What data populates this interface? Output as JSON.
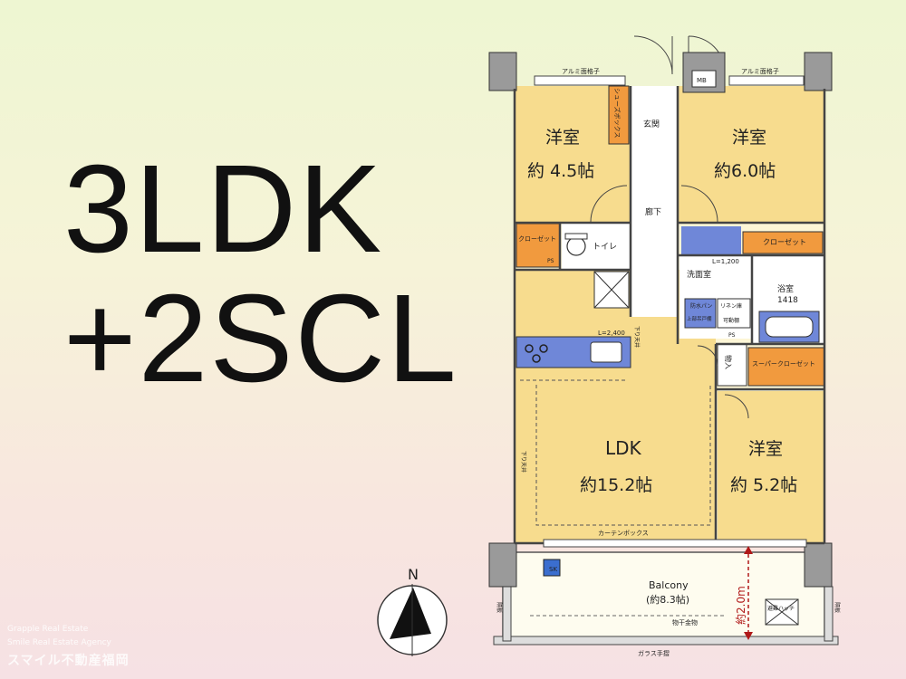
{
  "headline": {
    "line1": "3LDK",
    "line2": "+2SCL"
  },
  "watermark": {
    "line1": "Grapple Real Estate",
    "line2": "Smile Real Estate Agency",
    "line3": "スマイル不動産福岡"
  },
  "compass": {
    "label": "N"
  },
  "rooms": {
    "west_bedroom": {
      "name": "洋室",
      "size": "約 4.5帖"
    },
    "east_bedroom": {
      "name": "洋室",
      "size": "約6.0帖"
    },
    "south_bedroom": {
      "name": "洋室",
      "size": "約 5.2帖"
    },
    "ldk": {
      "name": "LDK",
      "size": "約15.2帖"
    },
    "entrance": "玄関",
    "hallway": "廊下",
    "toilet": "トイレ",
    "washroom": "洗面室",
    "bath": {
      "name": "浴室",
      "size": "1418"
    },
    "balcony": {
      "name": "Balcony",
      "size": "(約8.3帖)"
    }
  },
  "storage": {
    "shoe_box": "シューズボックス",
    "closet_west": "クローゼット",
    "closet_east": "クローゼット",
    "super_closet": "スーパークローゼット",
    "storage_small": "物入",
    "linen": "リネン庫",
    "movable_shelf": "可動棚"
  },
  "labels": {
    "mb": "MB",
    "ps1": "PS",
    "ps2": "PS",
    "aluminum_grille_left": "アルミ面格子",
    "aluminum_grille_right": "アルミ面格子",
    "kitchen_length": "L=2,400",
    "wash_length": "L=1,200",
    "waterproof_pan": "防水パン",
    "upper_cabinet": "上部吊戸棚",
    "drop_wall_ldk": "下り天井",
    "drop_wall_kitchen": "下り天井",
    "curtain_box": "カーテンボックス",
    "sk": "SK",
    "balcony_depth": "約2.0m",
    "drying_rack": "物干金物",
    "glass_rail": "ガラス手摺",
    "evac_hatch": "避難ハッチ",
    "partition_left": "隔板",
    "partition_right": "隔板"
  }
}
